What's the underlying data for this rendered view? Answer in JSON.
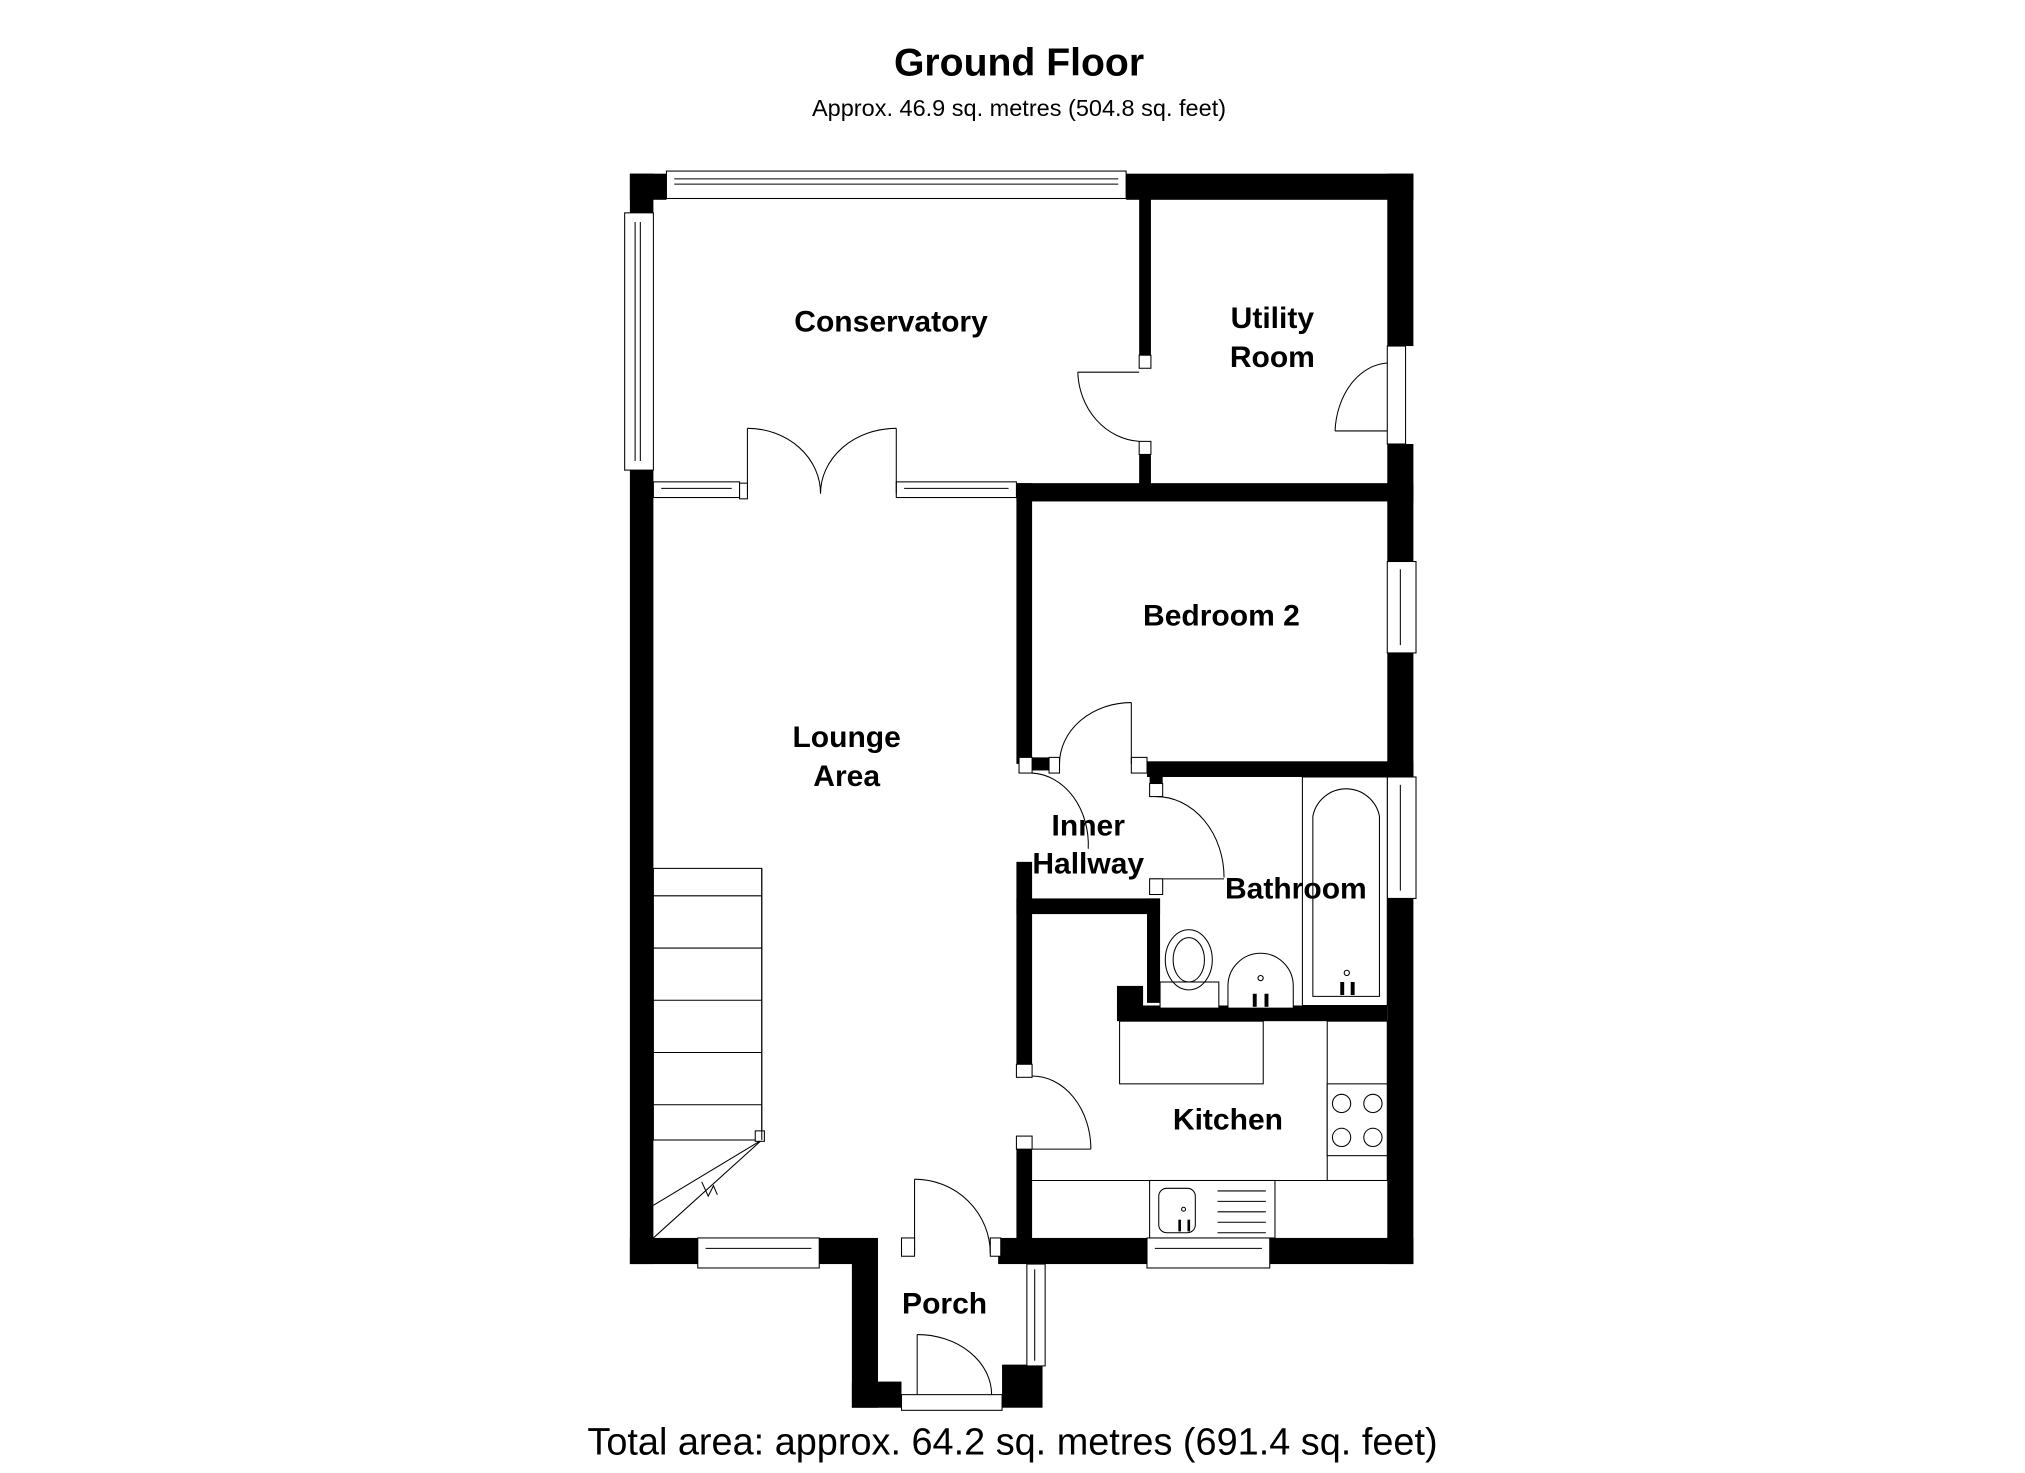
{
  "header": {
    "title": "Ground Floor",
    "subtitle": "Approx. 46.9 sq. metres (504.8 sq. feet)"
  },
  "rooms": {
    "conservatory": "Conservatory",
    "utility_line1": "Utility",
    "utility_line2": "Room",
    "bedroom2": "Bedroom 2",
    "lounge_line1": "Lounge",
    "lounge_line2": "Area",
    "inner_hallway_line1": "Inner",
    "inner_hallway_line2": "Hallway",
    "bathroom": "Bathroom",
    "kitchen": "Kitchen",
    "porch": "Porch"
  },
  "footer": {
    "total_area": "Total area: approx. 64.2 sq. metres (691.4 sq. feet)"
  },
  "colors": {
    "wall": "#000000",
    "background": "#ffffff"
  }
}
